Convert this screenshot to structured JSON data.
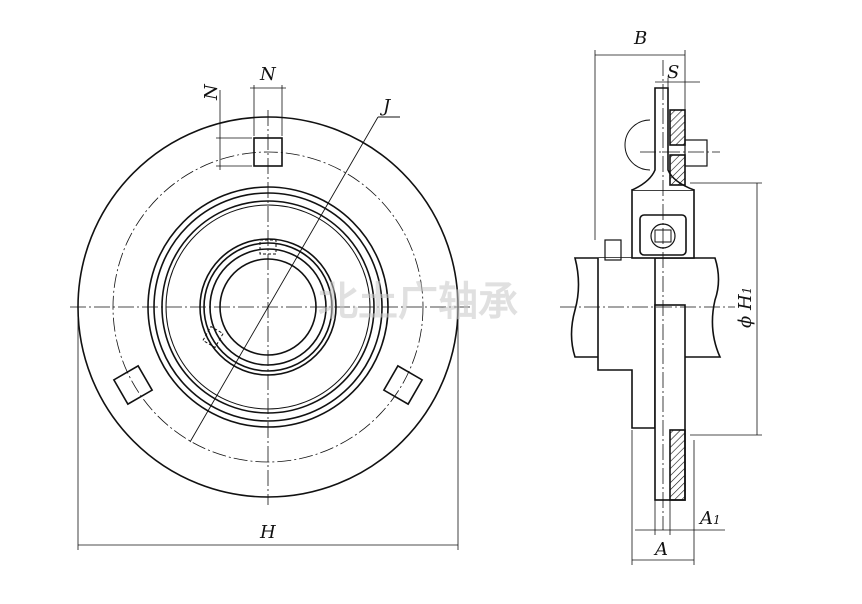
{
  "watermark": "北土广轴承",
  "labels": {
    "N_top": "N",
    "N_side": "N",
    "J": "J",
    "H": "H",
    "B": "B",
    "S": "S",
    "phiH1_prefix": "ϕ",
    "phiH1": "H",
    "phiH1_sub": "1",
    "A1": "A",
    "A1_sub": "1",
    "A": "A"
  }
}
